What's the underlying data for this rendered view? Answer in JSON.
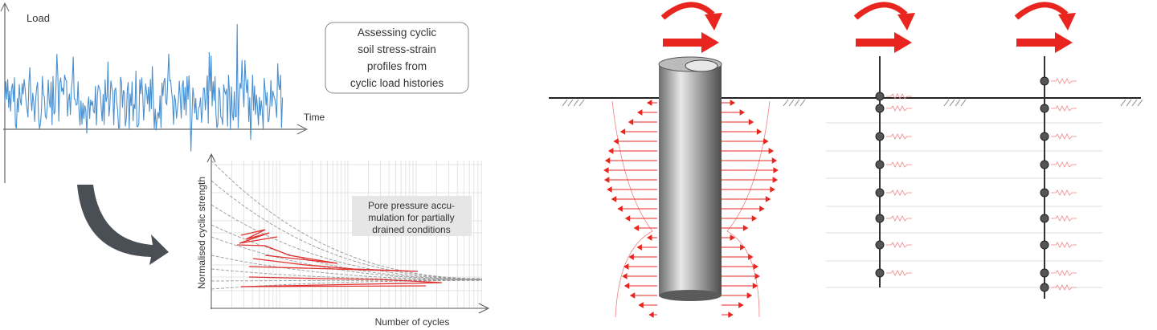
{
  "load_history": {
    "y_label": "Load",
    "x_label": "Time",
    "signal_color": "#4a90d0"
  },
  "info_box": {
    "lines": [
      "Assessing cyclic",
      "soil stress-strain",
      "profiles from",
      "cyclic load histories"
    ]
  },
  "strength_chart": {
    "y_label": "Normalised cyclic strength",
    "x_label": "Number of cycles",
    "note_lines": [
      "Pore pressure accu-",
      "mulation for partially",
      "drained conditions"
    ],
    "curve_color": "#888888",
    "path_color": "#e03030"
  },
  "pile_diagram": {
    "load_color": "#e8251f",
    "pile_color": "#9a9a9a"
  }
}
